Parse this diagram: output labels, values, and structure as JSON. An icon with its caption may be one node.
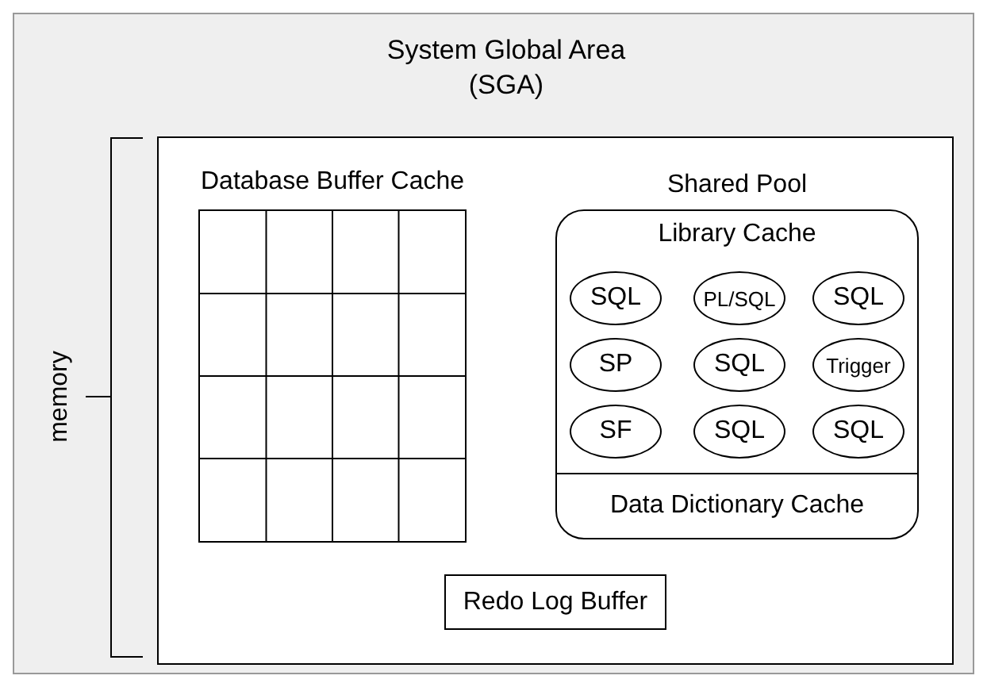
{
  "diagram": {
    "nodes": [
      {
        "text": [
          "System Global Area (SGA)"
        ]
      },
      {
        "text": [],
        "shape": "box",
        "in": 0
      },
      {
        "text": [
          "Database Buffer Cache"
        ],
        "in": 1
      },
      {
        "text": [
          "Shared Pool"
        ],
        "in": 1
      },
      {
        "text": [
          "Library Cache"
        ],
        "in": 3
      },
      {
        "text": [
          "SQL"
        ],
        "in": 4
      },
      {
        "text": [
          "PL/SQL"
        ],
        "in": 4
      },
      {
        "text": [
          "SQL"
        ],
        "in": 4
      },
      {
        "text": [
          "SP"
        ],
        "in": 4
      },
      {
        "text": [
          "SQL"
        ],
        "in": 4
      },
      {
        "text": [
          "Trigger"
        ],
        "in": 4
      },
      {
        "text": [
          "SF"
        ],
        "in": 4
      },
      {
        "text": [
          "SQL"
        ],
        "in": 4
      },
      {
        "text": [
          "SQL"
        ],
        "in": 4
      },
      {
        "text": [
          "Data Dictionary Cache"
        ],
        "in": 3
      },
      {
        "text": [
          "Redo Log Buffer"
        ],
        "in": 1
      }
    ],
    "edges": [],
    "labels": [
      "memory"
    ]
  }
}
